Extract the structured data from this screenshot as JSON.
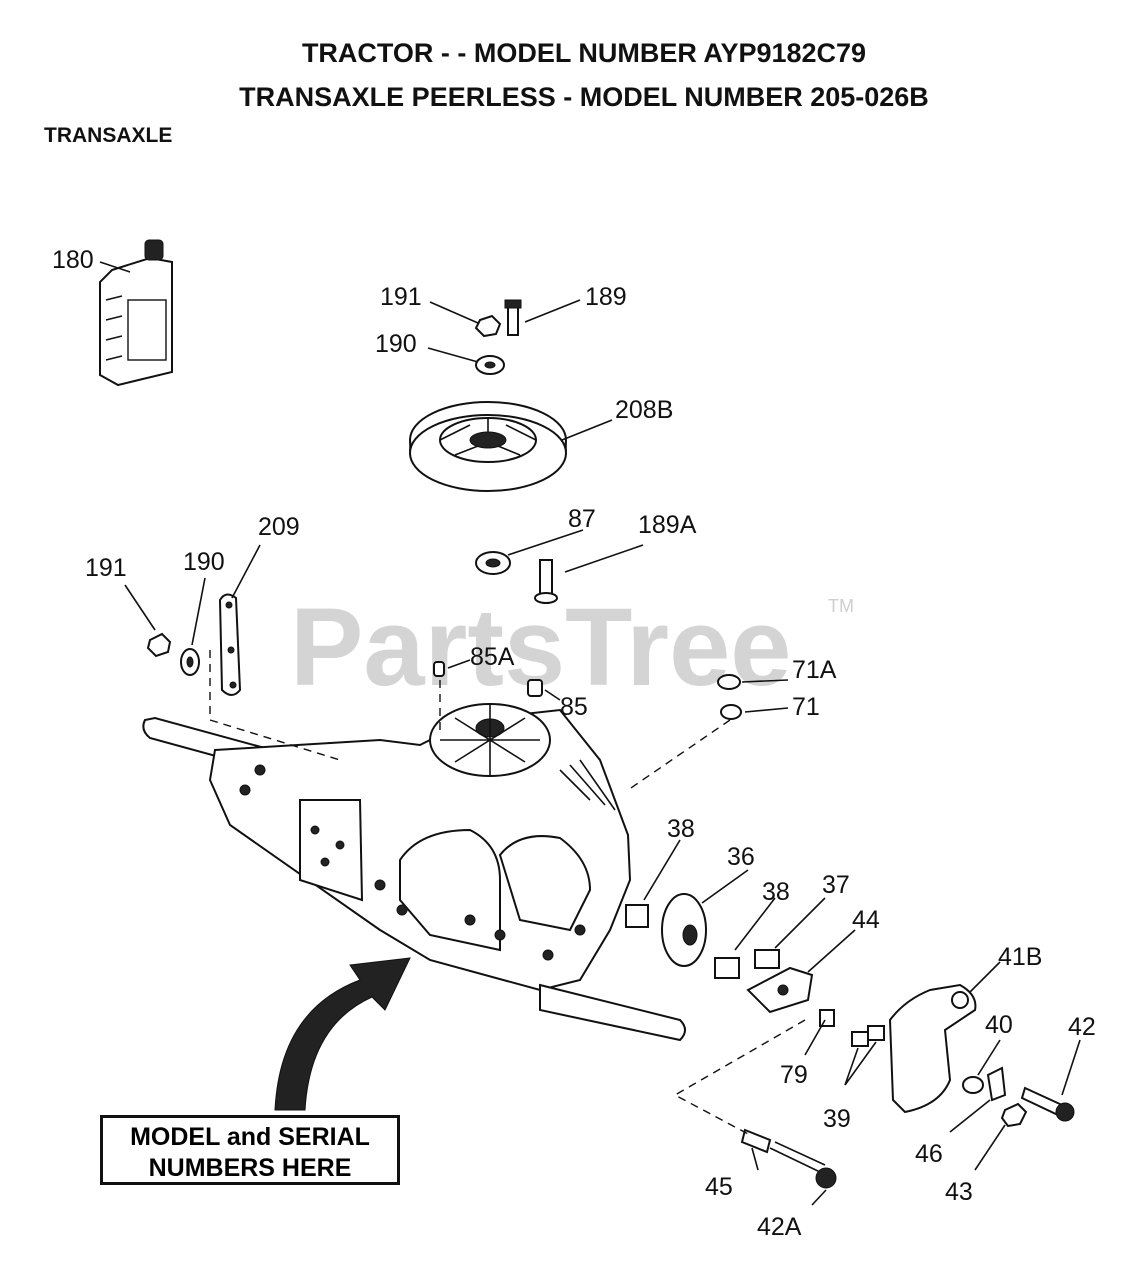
{
  "header": {
    "title_line1": "TRACTOR - - MODEL NUMBER AYP9182C79",
    "title_line2": "TRANSAXLE PEERLESS - MODEL NUMBER 205-026B",
    "section": "TRANSAXLE"
  },
  "watermark": {
    "text": "PartsTree",
    "trademark": "TM"
  },
  "callout_box": {
    "line1": "MODEL and SERIAL",
    "line2": "NUMBERS HERE"
  },
  "labels": {
    "l180": "180",
    "l191a": "191",
    "l189": "189",
    "l190a": "190",
    "l208b": "208B",
    "l87": "87",
    "l189a": "189A",
    "l209": "209",
    "l191b": "191",
    "l190b": "190",
    "l85a": "85A",
    "l85": "85",
    "l71a": "71A",
    "l71": "71",
    "l38a": "38",
    "l36": "36",
    "l38b": "38",
    "l37": "37",
    "l44": "44",
    "l41b": "41B",
    "l40": "40",
    "l42": "42",
    "l79": "79",
    "l39": "39",
    "l46": "46",
    "l43": "43",
    "l45": "45",
    "l42a": "42A"
  }
}
